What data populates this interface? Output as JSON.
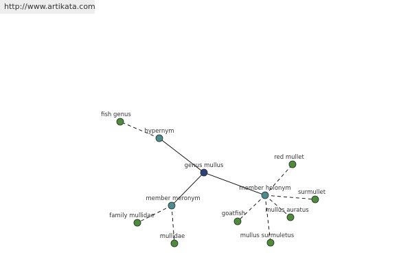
{
  "header": {
    "url": "http://www.artikata.com"
  },
  "colors": {
    "center": "#2e3f7a",
    "relation": "#4e8a8e",
    "word": "#4f8a3f",
    "edge": "#000000",
    "label": "#333333"
  },
  "graph": {
    "nodes": [
      {
        "id": "genus-mullus",
        "label": "genus mullus",
        "kind": "center"
      },
      {
        "id": "hypernym",
        "label": "hypernym",
        "kind": "relation"
      },
      {
        "id": "member-meronym",
        "label": "member meronym",
        "kind": "relation"
      },
      {
        "id": "member-holonym",
        "label": "member holonym",
        "kind": "relation"
      },
      {
        "id": "fish-genus",
        "label": "fish genus",
        "kind": "word"
      },
      {
        "id": "family-mullidae",
        "label": "family mullidae",
        "kind": "word"
      },
      {
        "id": "mullidae",
        "label": "mullidae",
        "kind": "word"
      },
      {
        "id": "red-mullet",
        "label": "red mullet",
        "kind": "word"
      },
      {
        "id": "surmullet",
        "label": "surmullet",
        "kind": "word"
      },
      {
        "id": "mullus-auratus",
        "label": "mullus auratus",
        "kind": "word"
      },
      {
        "id": "goatfish",
        "label": "goatfish",
        "kind": "word"
      },
      {
        "id": "mullus-surmuletus",
        "label": "mullus surmuletus",
        "kind": "word"
      }
    ],
    "edges": [
      {
        "from": "genus-mullus",
        "to": "hypernym",
        "style": "solid"
      },
      {
        "from": "genus-mullus",
        "to": "member-meronym",
        "style": "solid"
      },
      {
        "from": "genus-mullus",
        "to": "member-holonym",
        "style": "solid"
      },
      {
        "from": "hypernym",
        "to": "fish-genus",
        "style": "dashed"
      },
      {
        "from": "member-meronym",
        "to": "family-mullidae",
        "style": "dashed"
      },
      {
        "from": "member-meronym",
        "to": "mullidae",
        "style": "dashed"
      },
      {
        "from": "member-holonym",
        "to": "red-mullet",
        "style": "dashed"
      },
      {
        "from": "member-holonym",
        "to": "surmullet",
        "style": "dashed"
      },
      {
        "from": "member-holonym",
        "to": "mullus-auratus",
        "style": "dashed"
      },
      {
        "from": "member-holonym",
        "to": "goatfish",
        "style": "dashed"
      },
      {
        "from": "member-holonym",
        "to": "mullus-surmuletus",
        "style": "dashed"
      }
    ]
  }
}
